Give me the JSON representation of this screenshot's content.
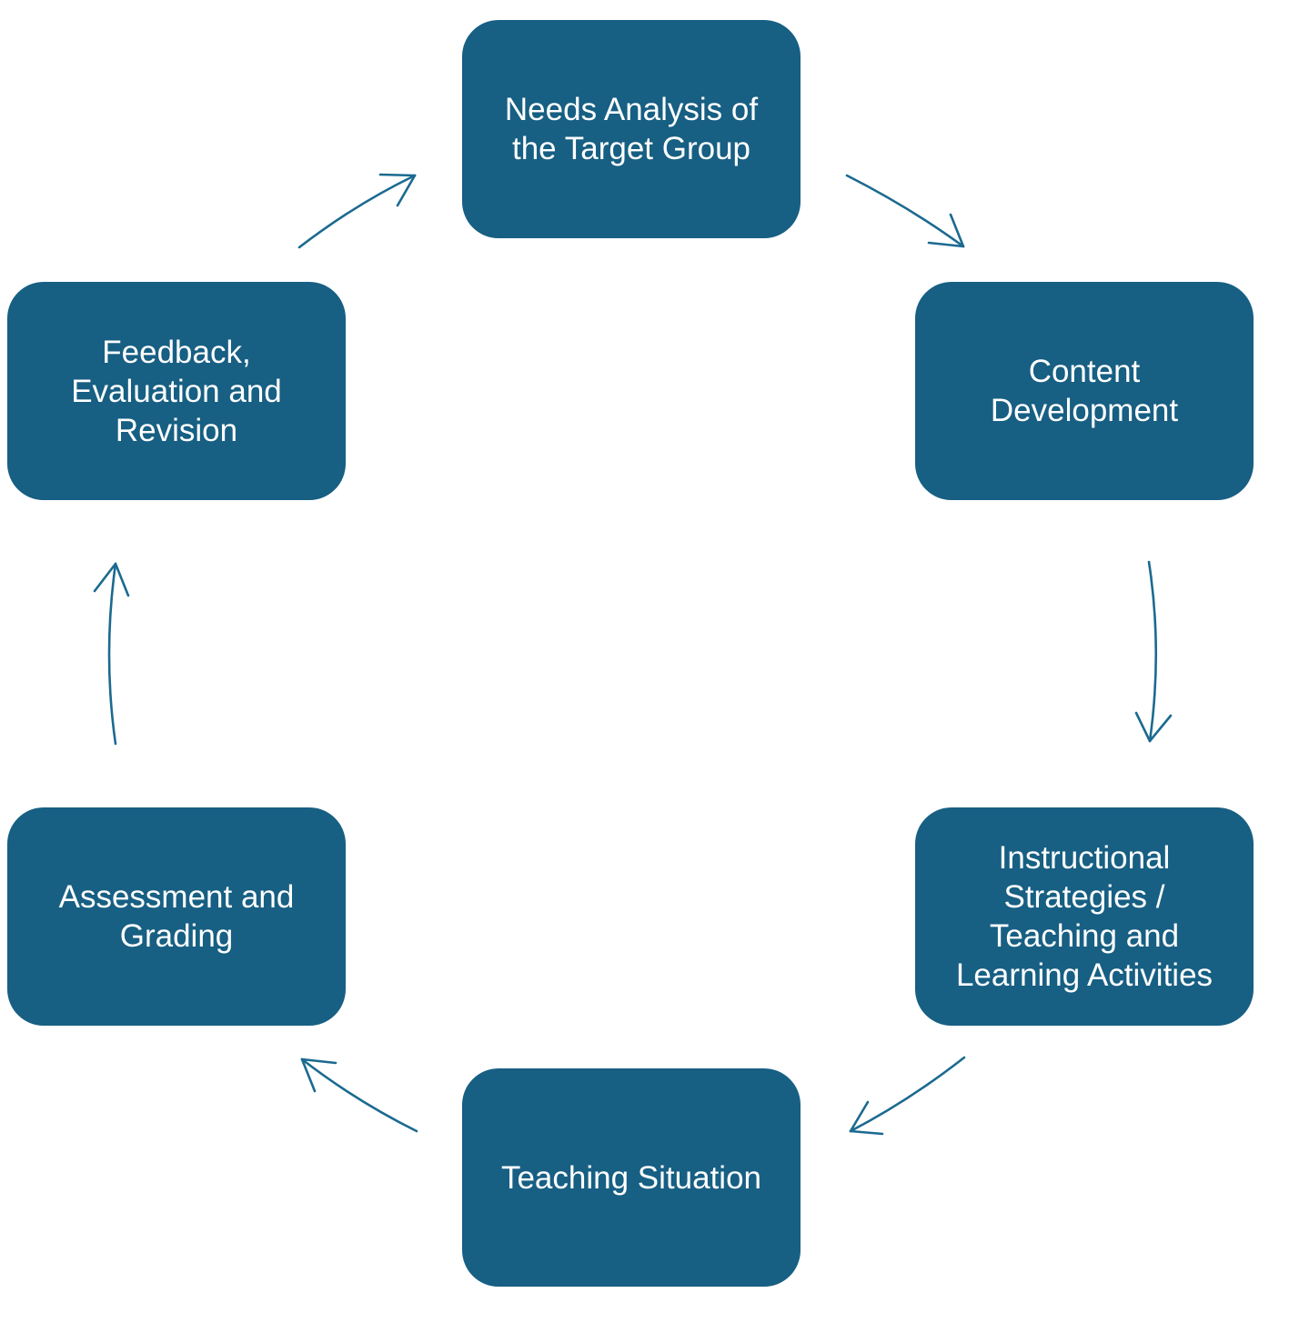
{
  "diagram": {
    "accent_color": "#175f83",
    "arrow_color": "#1b6a90",
    "nodes": [
      {
        "id": "needs",
        "label": "Needs Analysis of\nthe Target Group"
      },
      {
        "id": "content",
        "label": "Content\nDevelopment"
      },
      {
        "id": "instructional",
        "label": "Instructional\nStrategies /\nTeaching and\nLearning Activities"
      },
      {
        "id": "teaching",
        "label": "Teaching Situation"
      },
      {
        "id": "assessment",
        "label": "Assessment and\nGrading"
      },
      {
        "id": "feedback",
        "label": "Feedback,\nEvaluation and\nRevision"
      }
    ],
    "edges": [
      {
        "from": "needs",
        "to": "content"
      },
      {
        "from": "content",
        "to": "instructional"
      },
      {
        "from": "instructional",
        "to": "teaching"
      },
      {
        "from": "teaching",
        "to": "assessment"
      },
      {
        "from": "assessment",
        "to": "feedback"
      },
      {
        "from": "feedback",
        "to": "needs"
      }
    ]
  }
}
